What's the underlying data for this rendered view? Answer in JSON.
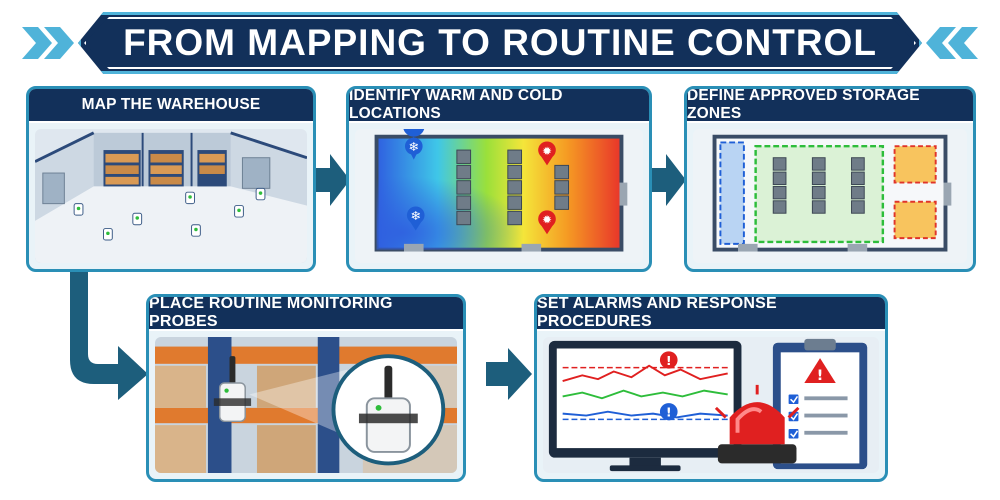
{
  "banner": {
    "title": "FROM MAPPING TO ROUTINE CONTROL"
  },
  "steps": [
    {
      "title": "MAP THE WAREHOUSE"
    },
    {
      "title": "IDENTIFY WARM AND COLD LOCATIONS"
    },
    {
      "title": "DEFINE APPROVED STORAGE ZONES"
    },
    {
      "title": "PLACE ROUTINE MONITORING PROBES"
    },
    {
      "title": "SET ALARMS AND RESPONSE PROCEDURES"
    }
  ],
  "colors": {
    "navy": "#12305a",
    "teal_border": "#2a8fb6",
    "arrow_teal": "#1d5e7c",
    "alarm_red": "#e02020",
    "cold_blue": "#1f5fd6",
    "approved_green": "#2ebd3b",
    "caution_orange": "#f29a1d"
  },
  "icons": [
    "snowflake-icon",
    "sun-icon",
    "warning-icon",
    "alert-icon",
    "checkbox-icon",
    "wifi-icon",
    "siren-icon"
  ]
}
